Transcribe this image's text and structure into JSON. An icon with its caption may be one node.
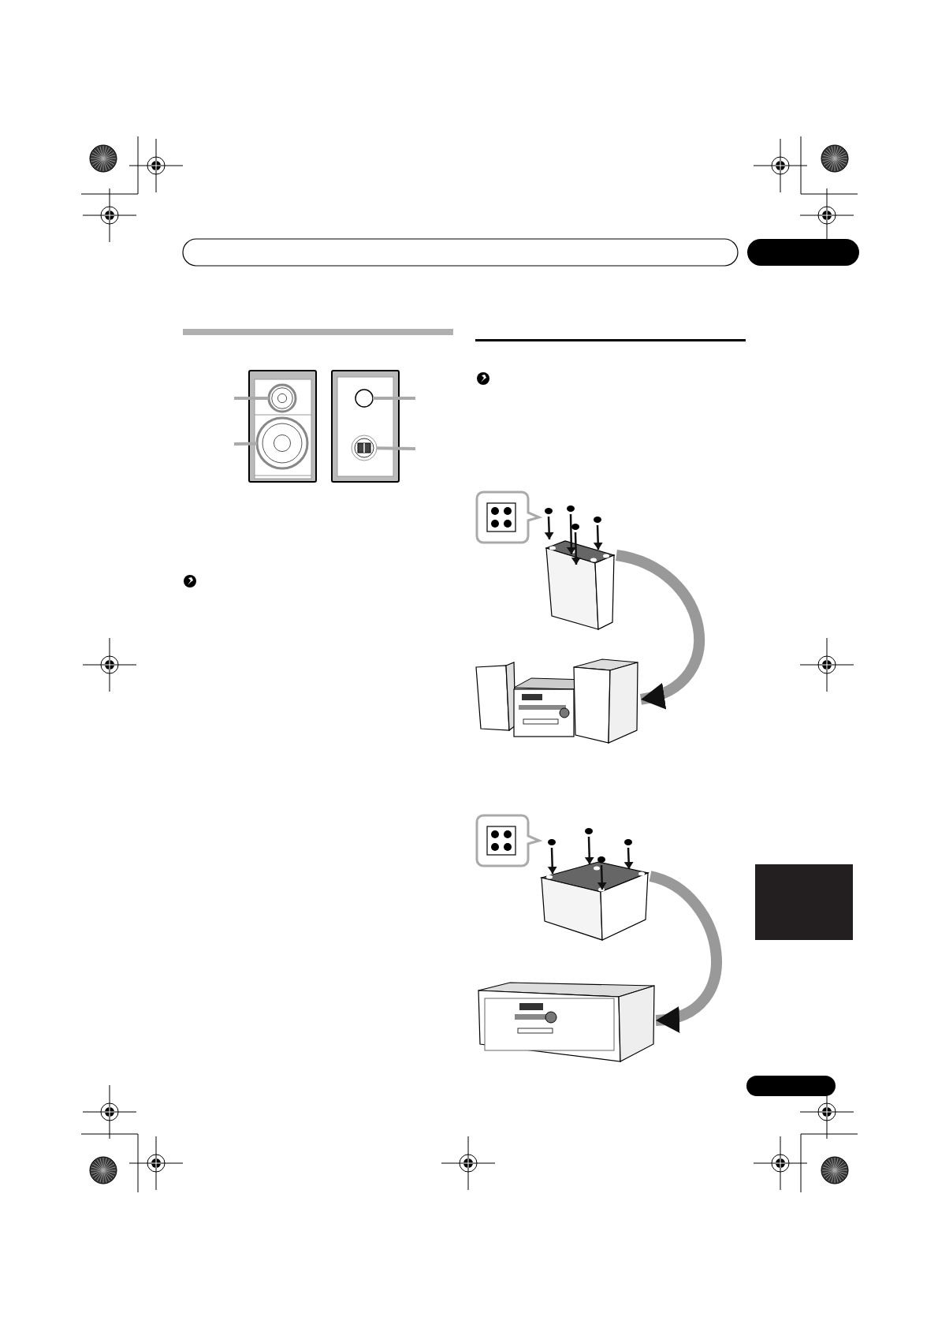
{
  "diagram": {
    "nodes": [
      {
        "text": [],
        "shape": "circle"
      },
      {
        "text": [],
        "shape": "circle"
      },
      {
        "text": [],
        "shape": "circle"
      },
      {
        "text": [],
        "shape": "circle"
      },
      {
        "text": [],
        "shape": "picture"
      },
      {
        "text": [],
        "shape": "picture"
      },
      {
        "text": [],
        "shape": "picture"
      },
      {
        "text": [],
        "shape": "picture"
      },
      {
        "text": [],
        "shape": "box"
      },
      {
        "text": [],
        "shape": "box"
      },
      {
        "text": [],
        "shape": "box"
      }
    ],
    "edges": [
      {
        "from": null,
        "to": 0,
        "arrow": "none"
      },
      {
        "from": null,
        "to": 1,
        "arrow": "none"
      },
      {
        "from": null,
        "to": 2,
        "arrow": "none"
      },
      {
        "from": null,
        "to": 3,
        "arrow": "none"
      },
      {
        "from": 4,
        "to": 5,
        "arrow": "to",
        "style": "thick"
      },
      {
        "from": 6,
        "to": 7,
        "arrow": "to",
        "style": "thick"
      }
    ]
  }
}
